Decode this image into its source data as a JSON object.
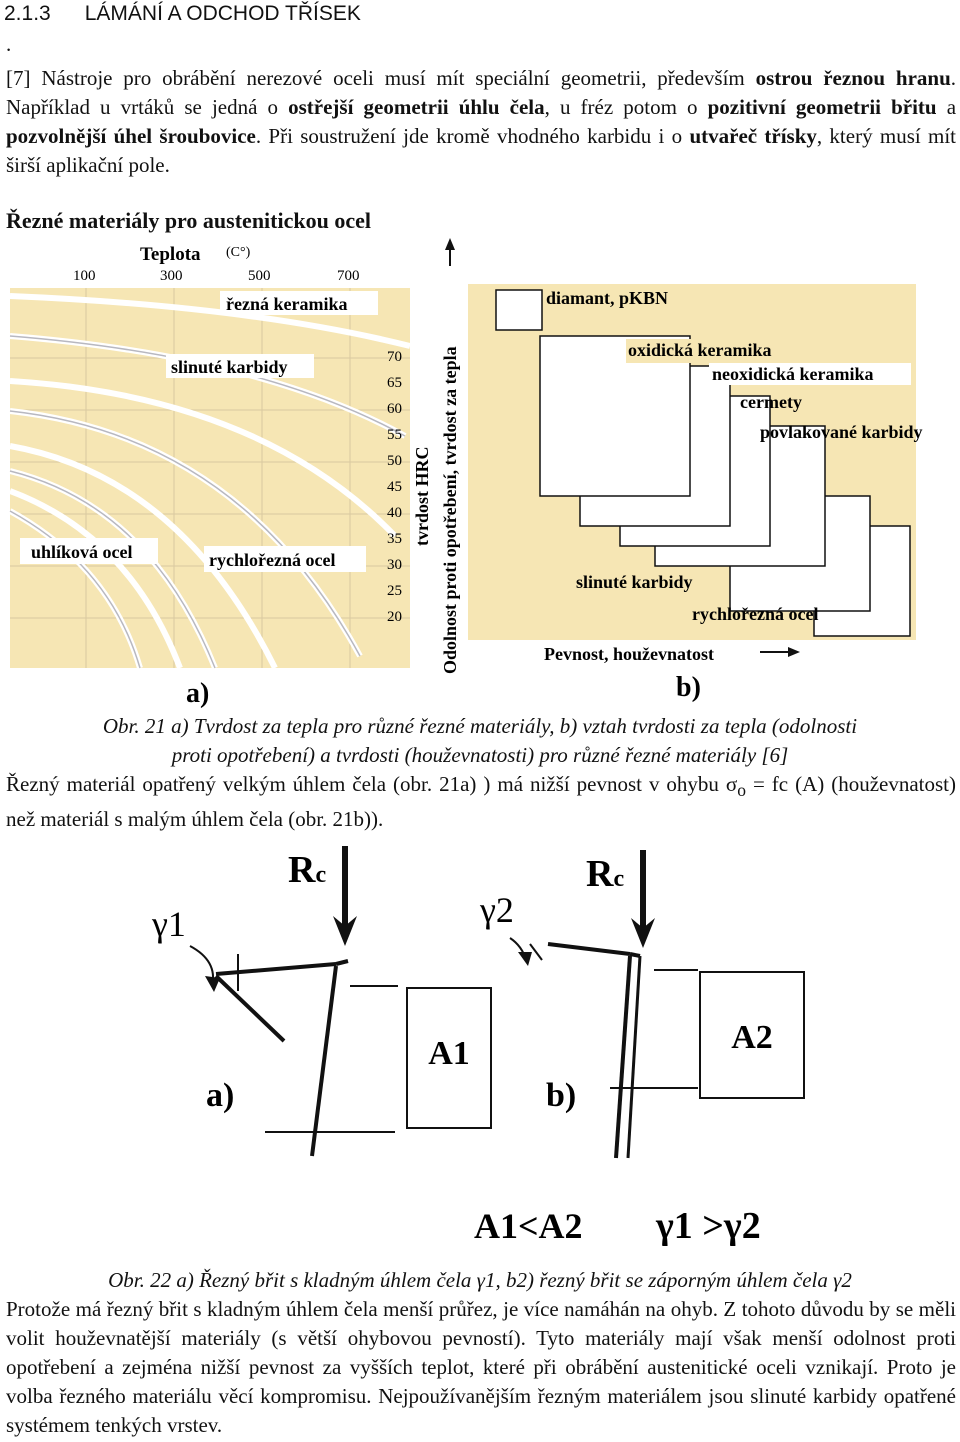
{
  "section": {
    "number": "2.1.3",
    "title": "LÁMÁNÍ A ODCHOD TŘÍSEK"
  },
  "dot": ".",
  "p1": {
    "s1": "[7] Nástroje pro obrábění nerezové oceli musí mít speciální geometrii, především ",
    "b1": "ostrou řeznou hranu",
    "s2": ". Například u vrtáků se jedná o ",
    "b2": "ostřejší geometrii úhlu čela",
    "s3": ", u fréz potom o ",
    "b3": "pozitivní geometrii břitu",
    "s4": " a ",
    "b4": "pozvolnější úhel šroubovice",
    "s5": ". Při soustružení jde kromě vhodného karbidu i o ",
    "b5": "utvařeč třísky",
    "s6": ", který musí mít širší aplikační pole."
  },
  "fig1": {
    "title": "Řezné materiály pro austenitickou ocel",
    "a": {
      "top_label": "Teplota",
      "unit": "(C°)",
      "top_ticks": [
        "100",
        "300",
        "500",
        "700"
      ],
      "hrc_ticks": [
        "70",
        "65",
        "60",
        "55",
        "50",
        "45",
        "40",
        "35",
        "30",
        "25",
        "20"
      ],
      "labels": [
        "řezná keramika",
        "slinuté karbidy",
        "uhlíková ocel",
        "rychlořezná ocel"
      ],
      "axis": "tvrdost HRC",
      "letter": "a)"
    },
    "b": {
      "y_axis": "Odolnost proti opotřebení, tvrdost za tepla",
      "x_axis": "Pevnost, houževnatost",
      "labels": [
        "diamant, pKBN",
        "oxidická keramika",
        "neoxidická keramika",
        "cermety",
        "povlakované karbidy",
        "slinuté karbidy",
        "rychlořezná ocel"
      ],
      "letter": "b)"
    },
    "caption_l1": "Obr. 21 a) Tvrdost za tepla pro různé řezné materiály, b) vztah tvrdosti za tepla (odolnosti",
    "caption_l2": "proti opotřebení) a tvrdosti (houževnatosti) pro různé řezné materiály [6]"
  },
  "p2": {
    "s1": "Řezný materiál opatřený velkým úhlem čela (obr. 21a) ) má nižší pevnost v ohybu ",
    "sigma": "σ",
    "sub": "o",
    "s2": " = fc (A) (houževnatost) než materiál s malým úhlem čela (obr. 21b))."
  },
  "fig2": {
    "rc": "R",
    "rc_sub": "c",
    "g1": "γ1",
    "g2": "γ2",
    "A1": "A1",
    "A2": "A2",
    "la": "a)",
    "lb": "b)",
    "rel1": "A1<A2",
    "rel2": "γ1 >γ2",
    "caption": "Obr. 22 a) Řezný břit s kladným úhlem čela γ1, b2) řezný břit se záporným úhlem čela γ2"
  },
  "p3": "Protože má řezný břit s kladným úhlem čela menší průřez, je více namáhán na ohyb. Z tohoto důvodu by se měli volit houževnatější materiály (s větší ohybovou pevností). Tyto materiály mají však menší odolnost proti opotřebení a zejména nižší pevnost za vyšších teplot, které při obrábění austenitické oceli vznikají. Proto je volba řezného materiálu věcí kompromisu. Nejpoužívanějším řezným materiálem jsou slinuté karbidy opatřené systémem tenkých vrstev."
}
